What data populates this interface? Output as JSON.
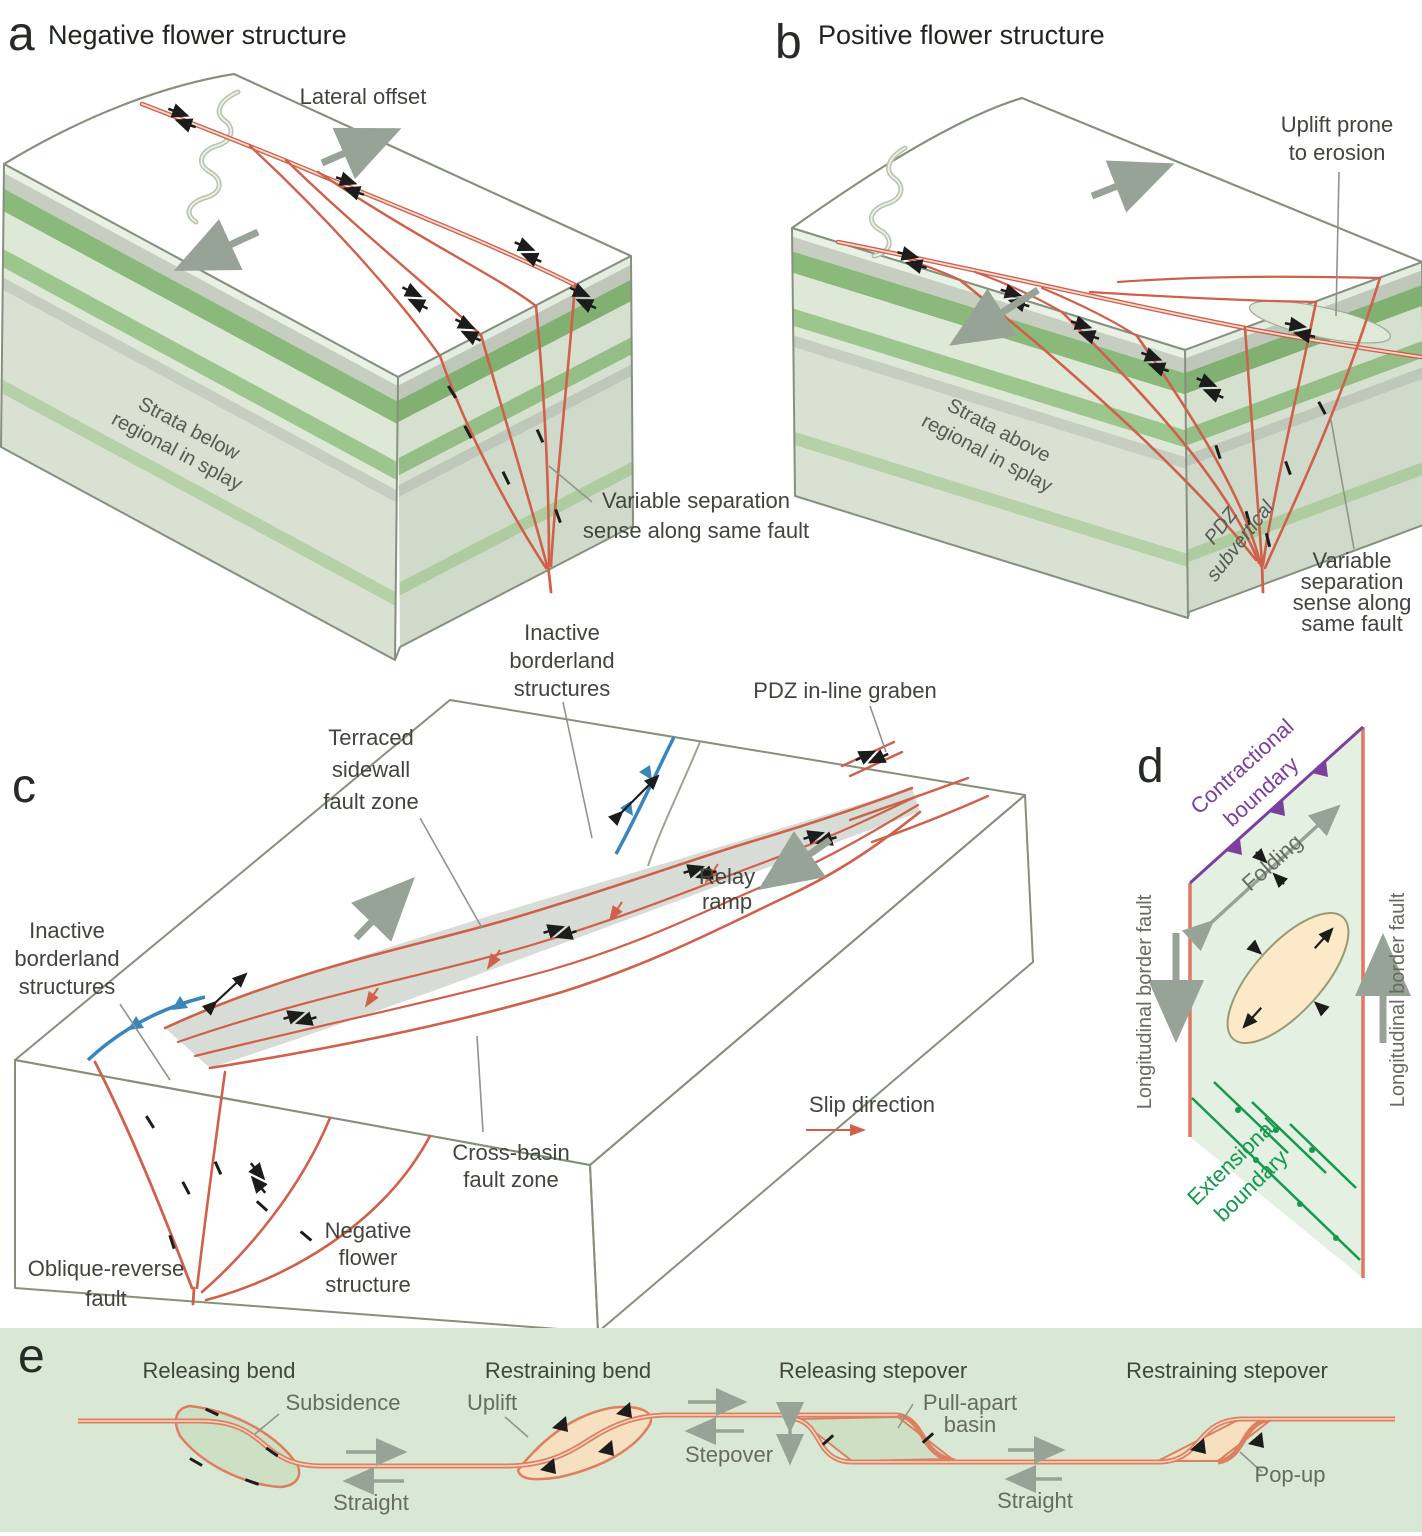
{
  "figure": {
    "panel_a": {
      "letter": "a",
      "title": "Negative flower structure",
      "lateral_offset": "Lateral offset",
      "strata": [
        "Strata below",
        "regional in splay"
      ],
      "variable_separation": [
        "Variable separation",
        "sense along same fault"
      ]
    },
    "panel_b": {
      "letter": "b",
      "title": "Positive flower structure",
      "uplift_prone": [
        "Uplift prone",
        "to erosion"
      ],
      "strata": [
        "Strata above",
        "regional in splay"
      ],
      "pdz": [
        "PDZ",
        "subvertical"
      ],
      "variable_separation": [
        "Variable",
        "separation",
        "sense along",
        "same fault"
      ]
    },
    "panel_c": {
      "letter": "c",
      "inactive_top": [
        "Inactive",
        "borderland",
        "structures"
      ],
      "terraced": [
        "Terraced",
        "sidewall",
        "fault zone"
      ],
      "pdz_graben": "PDZ in-line graben",
      "relay": [
        "Relay",
        "ramp"
      ],
      "cross_basin": [
        "Cross-basin",
        "fault zone"
      ],
      "inactive_left": [
        "Inactive",
        "borderland",
        "structures"
      ],
      "oblique_reverse": [
        "Oblique-reverse",
        "fault"
      ],
      "negative_flower": [
        "Negative",
        "flower",
        "structure"
      ],
      "slip_direction": "Slip direction"
    },
    "panel_d": {
      "letter": "d",
      "contractional": [
        "Contractional",
        "boundary"
      ],
      "folding": "Folding",
      "longitudinal_left": "Longitudinal border fault",
      "longitudinal_right": "Longitudinal border fault",
      "extensional": [
        "Extensional",
        "boundary"
      ]
    },
    "panel_e": {
      "letter": "e",
      "releasing_bend": {
        "title": "Releasing bend",
        "subsidence": "Subsidence",
        "straight": "Straight"
      },
      "restraining_bend": {
        "title": "Restraining bend",
        "uplift": "Uplift"
      },
      "releasing_stepover": {
        "title": "Releasing stepover",
        "stepover": "Stepover",
        "pull_apart": [
          "Pull-apart",
          "basin"
        ],
        "straight": "Straight"
      },
      "restraining_stepover": {
        "title": "Restraining stepover",
        "pop_up": "Pop-up"
      }
    }
  },
  "colors": {
    "fault_red": "#cf6049",
    "thrust_blue": "#3a85bd",
    "contractional_purple": "#7b3fa0",
    "extensional_green": "#14994e",
    "gray_arrow": "#98a398",
    "block_top_green": "#e4efde",
    "strata_green_dark": "#8ab97b",
    "strata_green_mid": "#9dc58e",
    "basin_fill": "#cde0c3",
    "uplift_fill": "#f7e0bf",
    "strip_bg": "#d9e8d4",
    "ellipse_fill": "#fbe9c8"
  }
}
